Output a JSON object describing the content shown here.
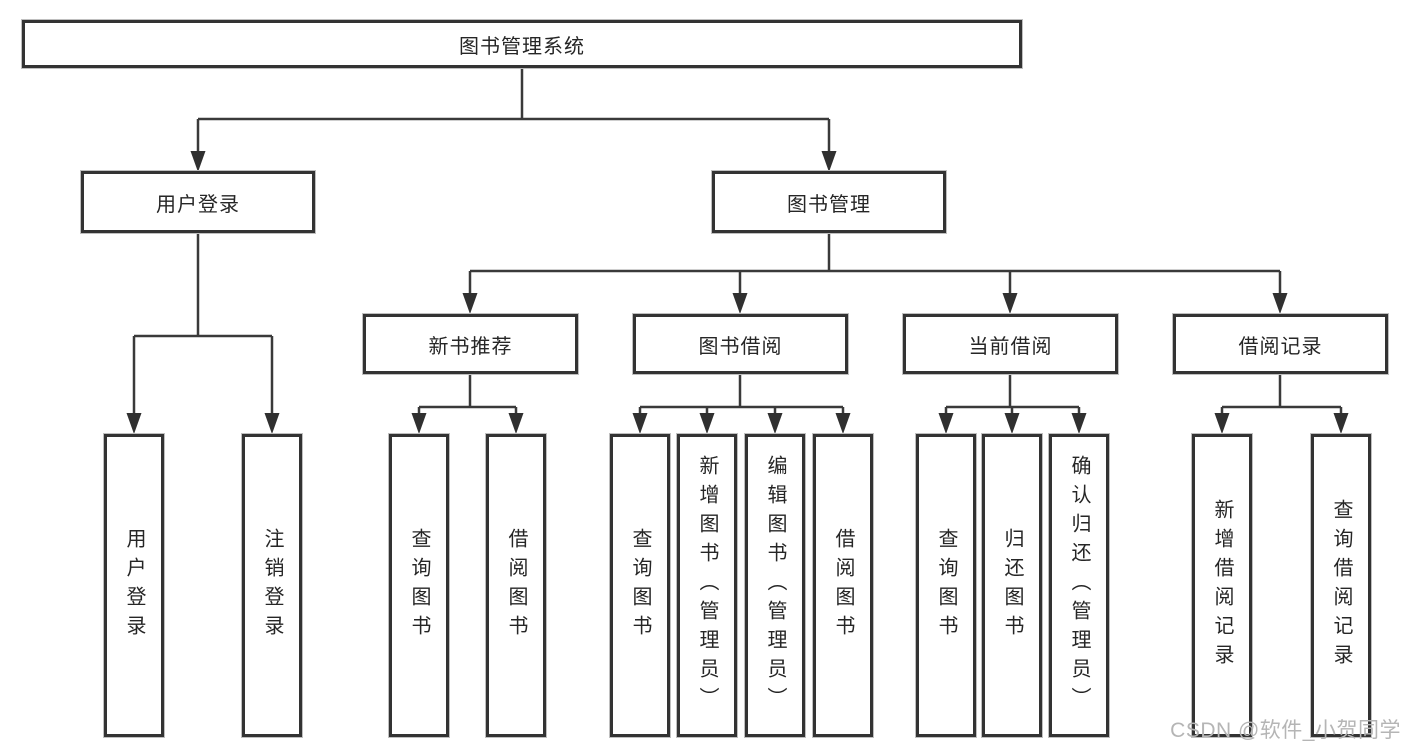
{
  "diagram": {
    "root": {
      "label": "图书管理系统"
    },
    "branches": [
      {
        "label": "用户登录",
        "children": [
          {
            "label": "用户登录"
          },
          {
            "label": "注销登录"
          }
        ]
      },
      {
        "label": "图书管理",
        "children": [
          {
            "label": "新书推荐",
            "children": [
              {
                "label": "查询图书"
              },
              {
                "label": "借阅图书"
              }
            ]
          },
          {
            "label": "图书借阅",
            "children": [
              {
                "label": "查询图书"
              },
              {
                "label": "新增图书（管理员）"
              },
              {
                "label": "编辑图书（管理员）"
              },
              {
                "label": "借阅图书"
              }
            ]
          },
          {
            "label": "当前借阅",
            "children": [
              {
                "label": "查询图书"
              },
              {
                "label": "归还图书"
              },
              {
                "label": "确认归还（管理员）"
              }
            ]
          },
          {
            "label": "借阅记录",
            "children": [
              {
                "label": "新增借阅记录"
              },
              {
                "label": "查询借阅记录"
              }
            ]
          }
        ]
      }
    ]
  },
  "watermark": {
    "text": "CSDN @软件_小贺同学"
  },
  "colors": {
    "line": "#3a3a3a",
    "arrow": "#303030",
    "box_border": "#333333",
    "text": "#262626",
    "watermark": "#b5b5b5",
    "background": "#ffffff"
  }
}
